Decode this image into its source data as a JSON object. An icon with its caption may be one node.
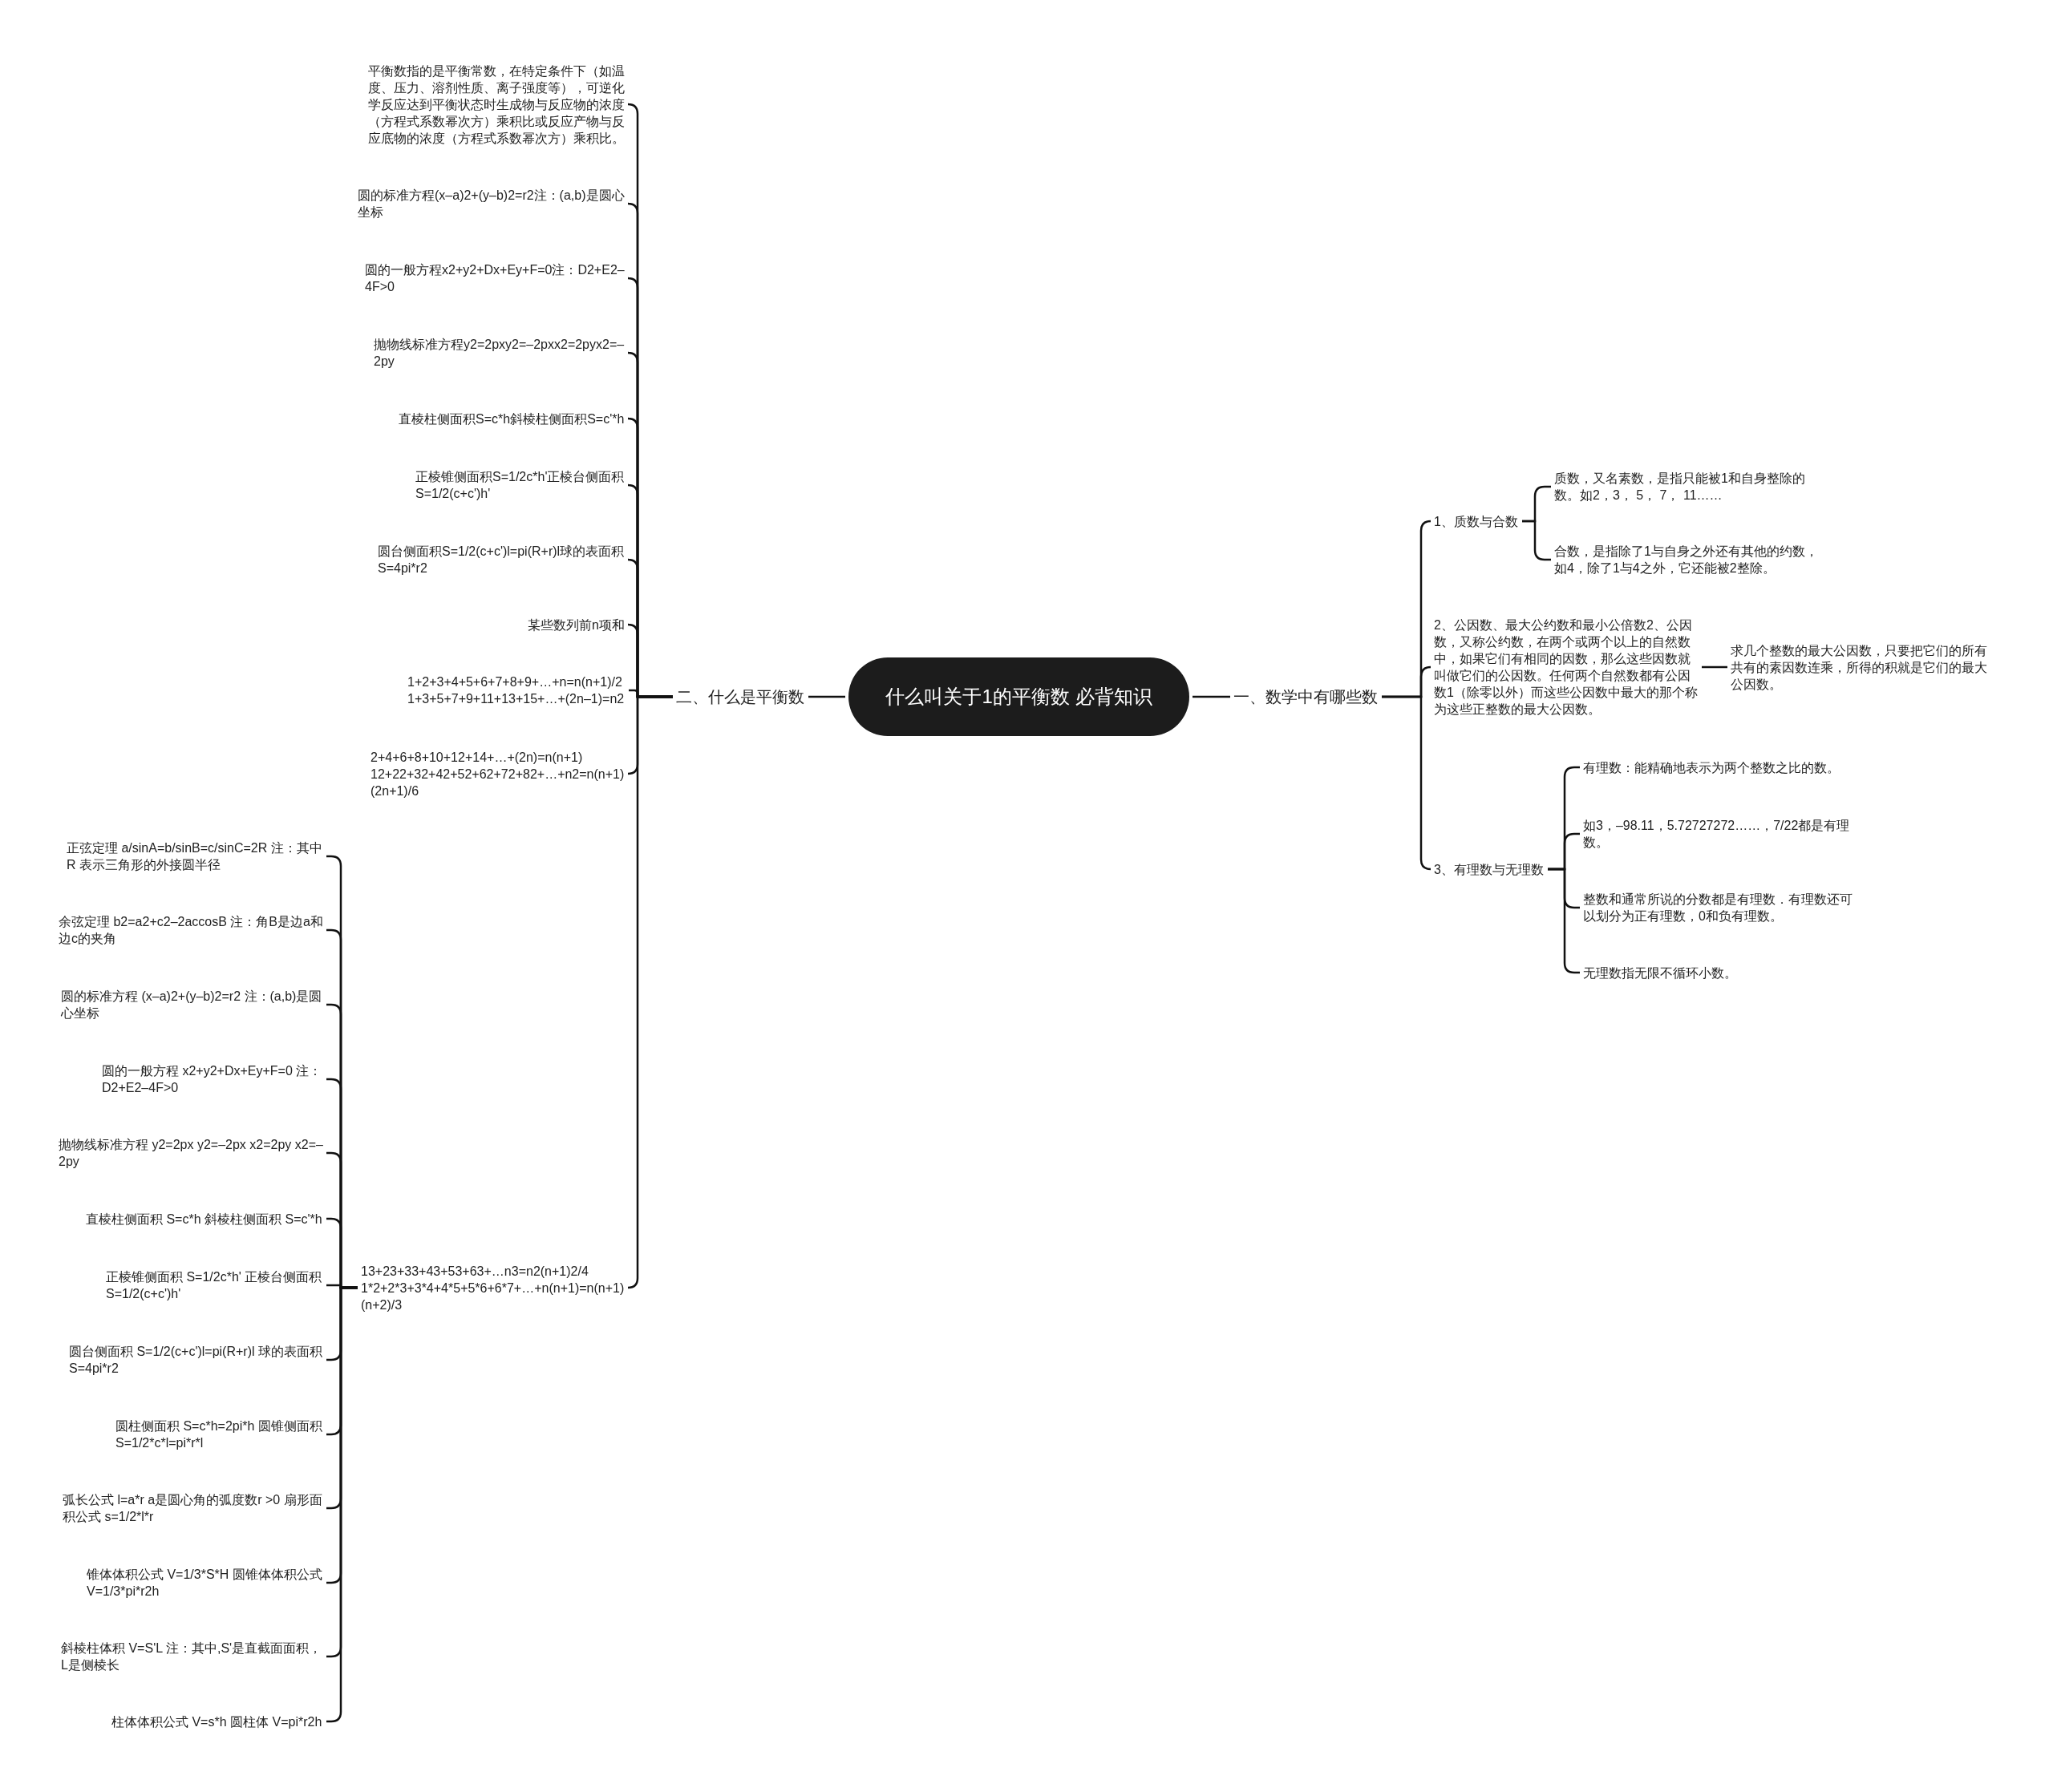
{
  "diagram": {
    "nodes": [
      {
        "text": [
          "什么叫关于1的平衡数 必背知识"
        ]
      },
      {
        "text": [
          "一、数学中有哪些数"
        ]
      },
      {
        "text": [
          "1、质数与合数"
        ]
      },
      {
        "text": [
          "质数，又名素数，是指只能被1和自身整除的数。如2，3， 5， 7， 11……"
        ]
      },
      {
        "text": [
          "合数，是指除了1与自身之外还有其他的约数，如4，除了1与4之外，它还能被2整除。"
        ]
      },
      {
        "text": [
          "2、公因数、最大公约数和最小公倍数2、公因数，又称公约数，在两个或两个以上的自然数中，如果它们有相同的因数，那么这些因数就叫做它们的公因数。任何两个自然数都有公因数1（除零以外）而这些公因数中最大的那个称为这些正整数的最大公因数。"
        ]
      },
      {
        "text": [
          "求几个整数的最大公因数，只要把它们的所有共有的素因数连乘，所得的积就是它们的最大公因数。"
        ]
      },
      {
        "text": [
          "3、有理数与无理数"
        ]
      },
      {
        "text": [
          "有理数：能精确地表示为两个整数之比的数。"
        ]
      },
      {
        "text": [
          "如3，–98.11，5.72727272……，7/22都是有理数。"
        ]
      },
      {
        "text": [
          "整数和通常所说的分数都是有理数．有理数还可以划分为正有理数，0和负有理数。"
        ]
      },
      {
        "text": [
          "无理数指无限不循环小数。"
        ]
      },
      {
        "text": [
          "二、什么是平衡数"
        ]
      },
      {
        "text": [
          "平衡数指的是平衡常数，在特定条件下（如温度、压力、溶剂性质、离子强度等），可逆化学反应达到平衡状态时生成物与反应物的浓度（方程式系数幂次方）乘积比或反应产物与反应底物的浓度（方程式系数幂次方）乘积比。"
        ]
      },
      {
        "text": [
          "圆的标准方程(x–a)2+(y–b)2=r2注：(a,b)是圆心坐标"
        ]
      },
      {
        "text": [
          "圆的一般方程x2+y2+Dx+Ey+F=0注：D2+E2–4F>0"
        ]
      },
      {
        "text": [
          "抛物线标准方程y2=2pxy2=–2pxx2=2pyx2=–2py"
        ]
      },
      {
        "text": [
          "直棱柱侧面积S=c*h斜棱柱侧面积S=c'*h"
        ]
      },
      {
        "text": [
          "正棱锥侧面积S=1/2c*h'正棱台侧面积S=1/2(c+c')h'"
        ]
      },
      {
        "text": [
          "圆台侧面积S=1/2(c+c')l=pi(R+r)l球的表面积S=4pi*r2"
        ]
      },
      {
        "text": [
          "某些数列前n项和"
        ]
      },
      {
        "text": [
          "1+2+3+4+5+6+7+8+9+…+n=n(n+1)/2 1+3+5+7+9+11+13+15+…+(2n–1)=n2"
        ]
      },
      {
        "text": [
          "2+4+6+8+10+12+14+…+(2n)=n(n+1) 12+22+32+42+52+62+72+82+…+n2=n(n+1)(2n+1)/6"
        ]
      },
      {
        "text": [
          "13+23+33+43+53+63+…n3=n2(n+1)2/4 1*2+2*3+3*4+4*5+5*6+6*7+…+n(n+1)=n(n+1)(n+2)/3"
        ]
      },
      {
        "text": [
          "正弦定理 a/sinA=b/sinB=c/sinC=2R 注：其中 R 表示三角形的外接圆半径"
        ]
      },
      {
        "text": [
          "余弦定理 b2=a2+c2–2accosB 注：角B是边a和边c的夹角"
        ]
      },
      {
        "text": [
          "圆的标准方程 (x–a)2+(y–b)2=r2 注：(a,b)是圆心坐标"
        ]
      },
      {
        "text": [
          "圆的一般方程 x2+y2+Dx+Ey+F=0 注：D2+E2–4F>0"
        ]
      },
      {
        "text": [
          "抛物线标准方程 y2=2px y2=–2px x2=2py x2=–2py"
        ]
      },
      {
        "text": [
          "直棱柱侧面积 S=c*h 斜棱柱侧面积 S=c'*h"
        ]
      },
      {
        "text": [
          "正棱锥侧面积 S=1/2c*h' 正棱台侧面积 S=1/2(c+c')h'"
        ]
      },
      {
        "text": [
          "圆台侧面积 S=1/2(c+c')l=pi(R+r)l 球的表面积 S=4pi*r2"
        ]
      },
      {
        "text": [
          "圆柱侧面积 S=c*h=2pi*h 圆锥侧面积 S=1/2*c*l=pi*r*l"
        ]
      },
      {
        "text": [
          "弧长公式 l=a*r a是圆心角的弧度数r >0 扇形面积公式 s=1/2*l*r"
        ]
      },
      {
        "text": [
          "锥体体积公式 V=1/3*S*H 圆锥体体积公式 V=1/3*pi*r2h"
        ]
      },
      {
        "text": [
          "斜棱柱体积 V=S'L 注：其中,S'是直截面面积， L是侧棱长"
        ]
      },
      {
        "text": [
          "柱体体积公式 V=s*h 圆柱体 V=pi*r2h"
        ]
      }
    ],
    "edges": [
      {
        "from": 0,
        "to": 1,
        "arrow": "none"
      },
      {
        "from": 1,
        "to": 2,
        "arrow": "none"
      },
      {
        "from": 2,
        "to": 3,
        "arrow": "none"
      },
      {
        "from": 2,
        "to": 4,
        "arrow": "none"
      },
      {
        "from": 1,
        "to": 5,
        "arrow": "none"
      },
      {
        "from": 5,
        "to": 6,
        "arrow": "none"
      },
      {
        "from": 1,
        "to": 7,
        "arrow": "none"
      },
      {
        "from": 7,
        "to": 8,
        "arrow": "none"
      },
      {
        "from": 7,
        "to": 9,
        "arrow": "none"
      },
      {
        "from": 7,
        "to": 10,
        "arrow": "none"
      },
      {
        "from": 7,
        "to": 11,
        "arrow": "none"
      },
      {
        "from": 0,
        "to": 12,
        "arrow": "none"
      },
      {
        "from": 12,
        "to": 13,
        "arrow": "none"
      },
      {
        "from": 12,
        "to": 14,
        "arrow": "none"
      },
      {
        "from": 12,
        "to": 15,
        "arrow": "none"
      },
      {
        "from": 12,
        "to": 16,
        "arrow": "none"
      },
      {
        "from": 12,
        "to": 17,
        "arrow": "none"
      },
      {
        "from": 12,
        "to": 18,
        "arrow": "none"
      },
      {
        "from": 12,
        "to": 19,
        "arrow": "none"
      },
      {
        "from": 12,
        "to": 20,
        "arrow": "none"
      },
      {
        "from": 12,
        "to": 21,
        "arrow": "none"
      },
      {
        "from": 12,
        "to": 22,
        "arrow": "none"
      },
      {
        "from": 12,
        "to": 23,
        "arrow": "none"
      },
      {
        "from": 23,
        "to": 24,
        "arrow": "none"
      },
      {
        "from": 23,
        "to": 25,
        "arrow": "none"
      },
      {
        "from": 23,
        "to": 26,
        "arrow": "none"
      },
      {
        "from": 23,
        "to": 27,
        "arrow": "none"
      },
      {
        "from": 23,
        "to": 28,
        "arrow": "none"
      },
      {
        "from": 23,
        "to": 29,
        "arrow": "none"
      },
      {
        "from": 23,
        "to": 30,
        "arrow": "none"
      },
      {
        "from": 23,
        "to": 31,
        "arrow": "none"
      },
      {
        "from": 23,
        "to": 32,
        "arrow": "none"
      },
      {
        "from": 23,
        "to": 33,
        "arrow": "none"
      },
      {
        "from": 23,
        "to": 34,
        "arrow": "none"
      },
      {
        "from": 23,
        "to": 35,
        "arrow": "none"
      },
      {
        "from": 23,
        "to": 36,
        "arrow": "none"
      }
    ]
  }
}
